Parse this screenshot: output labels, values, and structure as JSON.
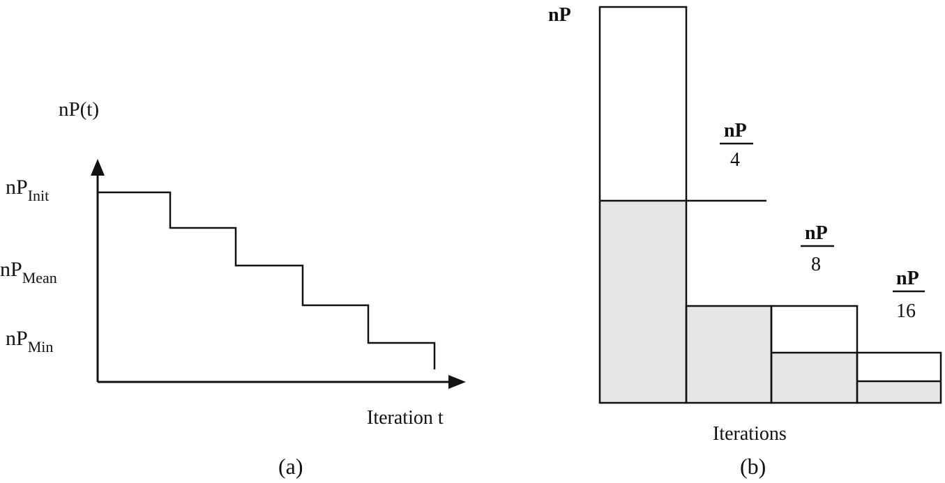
{
  "panel_a": {
    "y_label": "nP(t)",
    "x_label": "Iteration t",
    "levels": [
      {
        "base": "nP",
        "sub": "Init"
      },
      {
        "base": "nP",
        "sub": "Mean"
      },
      {
        "base": "nP",
        "sub": "Min"
      }
    ],
    "caption": "(a)"
  },
  "panel_b": {
    "y_label": "nP",
    "x_label": "Iterations",
    "fractions": [
      {
        "num": "nP",
        "den": "4"
      },
      {
        "num": "nP",
        "den": "8"
      },
      {
        "num": "nP",
        "den": "16"
      }
    ],
    "caption": "(b)"
  },
  "colors": {
    "line": "#111111",
    "fill_gray": "#e6e6e6",
    "background": "#ffffff"
  }
}
